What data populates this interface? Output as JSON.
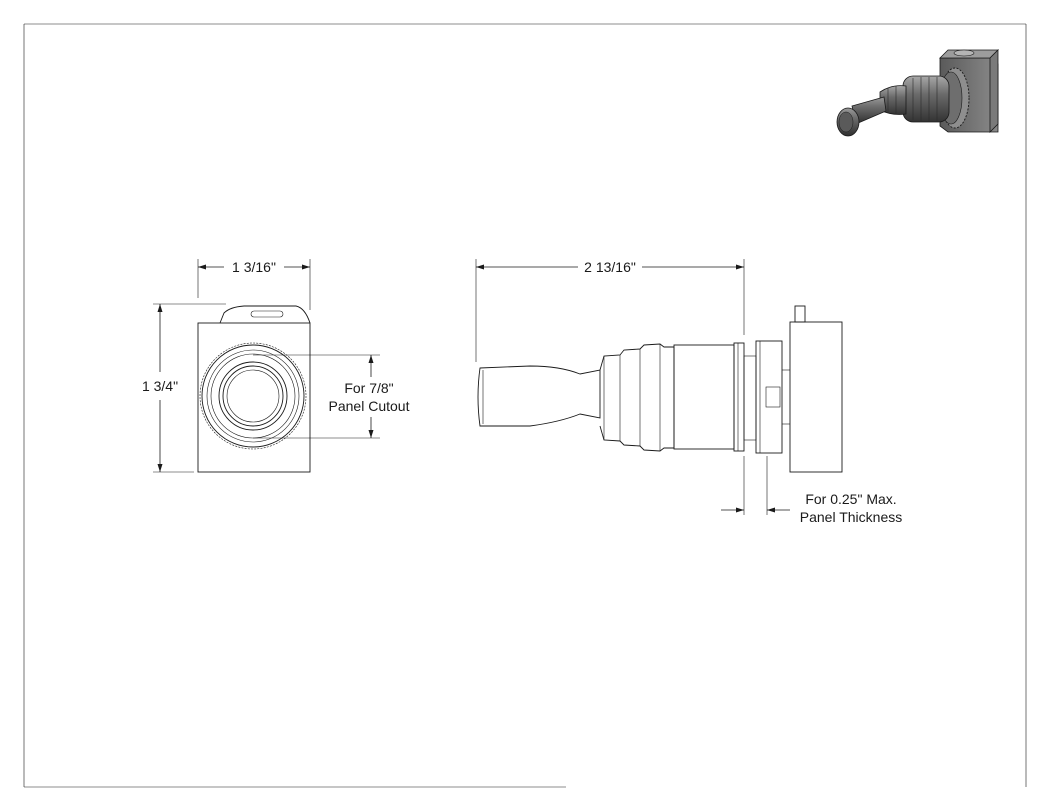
{
  "dimensions": {
    "front_width": "1 3/16\"",
    "front_height": "1 3/4\"",
    "cutout_line1": "For 7/8\"",
    "cutout_line2": "Panel Cutout",
    "side_length": "2 13/16\"",
    "thickness_line1": "For 0.25\" Max.",
    "thickness_line2": "Panel Thickness"
  }
}
